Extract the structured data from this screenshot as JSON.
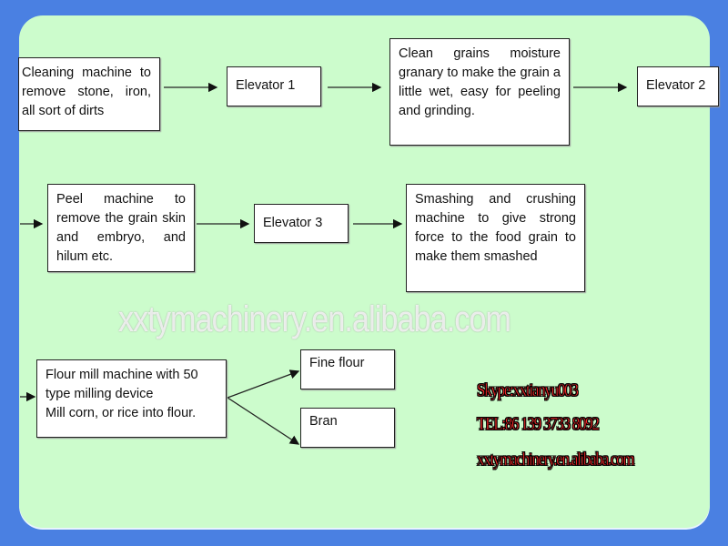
{
  "steps": {
    "cleaning": "Cleaning machine to remove stone, iron, all sort of dirts",
    "elevator1": "Elevator 1",
    "moisture": "Clean grains moisture granary to make the grain a little wet, easy for peeling and grinding.",
    "elevator2": "Elevator 2",
    "peel": "Peel machine to remove the grain skin and embryo, and hilum etc.",
    "elevator3": "Elevator 3",
    "smashing": "Smashing and crushing machine to give strong force to the food grain to make them smashed",
    "flour_mill_line1": "Flour mill machine with 50",
    "flour_mill_line2": "type milling device",
    "flour_mill_line3": "Mill corn, or rice into flour.",
    "fine_flour": "Fine flour",
    "bran": "Bran"
  },
  "watermark": "xxtymachinery.en.alibaba.com",
  "contact": {
    "skype": "Skype:xxtianyu003",
    "tel": "TEL:86 139 3733 8092",
    "site": "xxtymachinery.en.alibaba.com"
  },
  "colors": {
    "frame": "#4a80e2",
    "panel": "#ccfccc",
    "contact_text": "#ff2a2a"
  }
}
